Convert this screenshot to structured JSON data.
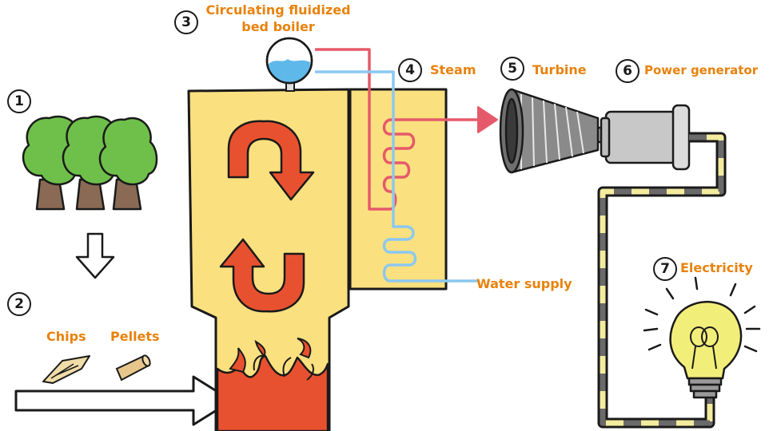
{
  "diagram": {
    "steps": [
      {
        "number": "1",
        "label": ""
      },
      {
        "number": "2",
        "label": ""
      },
      {
        "number": "3",
        "label": "Circulating fluidized bed boiler"
      },
      {
        "number": "4",
        "label": "Steam"
      },
      {
        "number": "5",
        "label": "Turbine"
      },
      {
        "number": "6",
        "label": "Power generator"
      },
      {
        "number": "7",
        "label": "Electricity"
      }
    ],
    "boiler_title_line1": "Circulating fluidized",
    "boiler_title_line2": "bed boiler",
    "fuel_labels": {
      "chips": "Chips",
      "pellets": "Pellets"
    },
    "water_supply_label": "Water supply",
    "colors": {
      "label_orange": "#e8820c",
      "boiler_fill": "#fbe07f",
      "flame_red": "#e8512f",
      "steam_pipe": "#e55a6a",
      "water_pipe": "#8cc8ef",
      "tree_green": "#6ec04a",
      "turbine_gray": "#7d7d7d",
      "bulb_yellow": "#f2ee7a"
    }
  }
}
